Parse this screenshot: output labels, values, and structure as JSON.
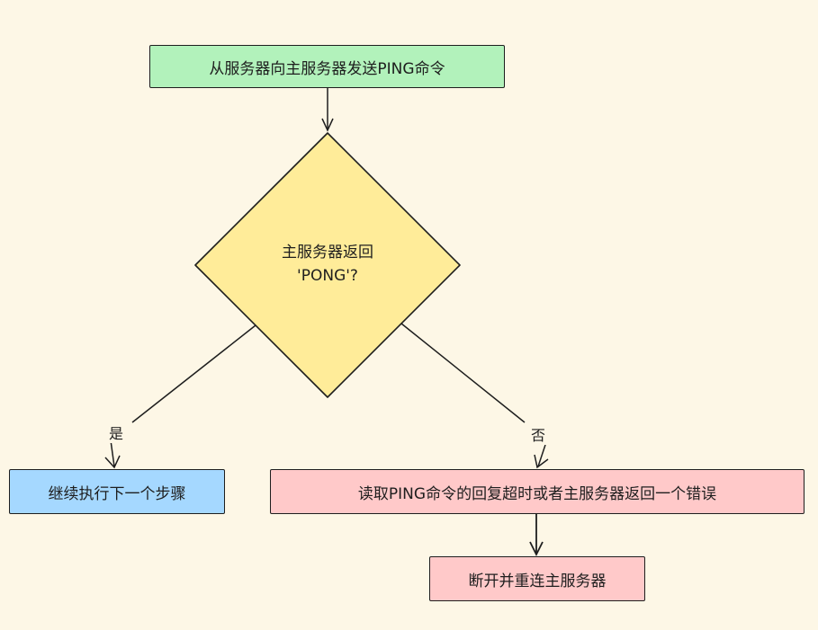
{
  "diagram": {
    "start_node": "从服务器向主服务器发送PING命令",
    "decision": {
      "line1": "主服务器返回",
      "line2": "'PONG'?"
    },
    "yes_label": "是",
    "no_label": "否",
    "yes_node": "继续执行下一个步骤",
    "no_node": "读取PING命令的回复超时或者主服务器返回一个错误",
    "final_node": "断开并重连主服务器"
  },
  "colors": {
    "background": "#fdf7e6",
    "start_fill": "#b2f2bb",
    "decision_fill": "#ffec99",
    "yes_fill": "#a5d8ff",
    "no_fill": "#ffc9c9",
    "stroke": "#1e1e1e"
  }
}
